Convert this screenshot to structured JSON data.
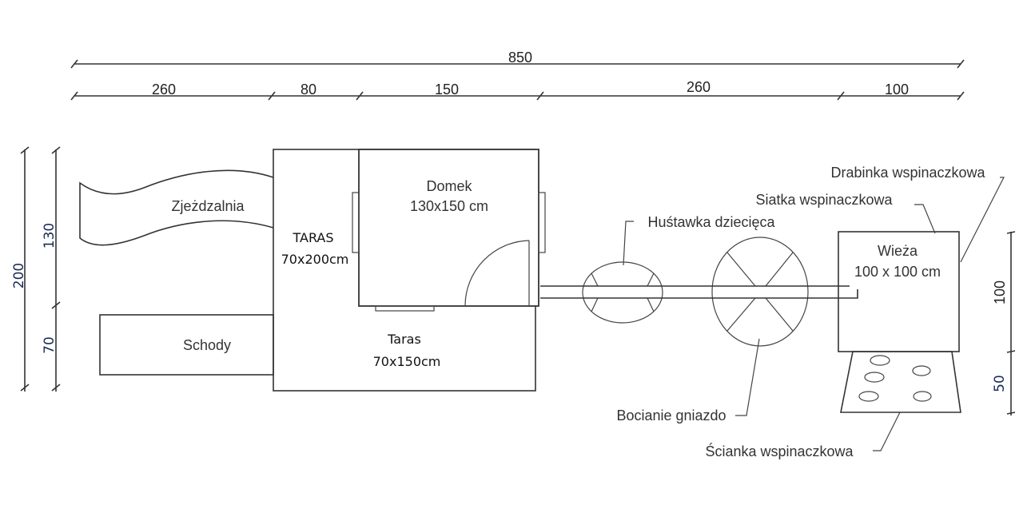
{
  "dimensions": {
    "total_width": "850",
    "segments": [
      "260",
      "80",
      "150",
      "260",
      "100"
    ],
    "left_total": "200",
    "left_parts": [
      "130",
      "70"
    ],
    "right_parts": [
      "100",
      "50"
    ]
  },
  "elements": {
    "slide": "Zjeżdzalnia",
    "stairs": "Schody",
    "terrace_left_title": "TARAS",
    "terrace_left_size": "70x200cm",
    "house_title": "Domek",
    "house_size": "130x150 cm",
    "terrace_bottom_title": "Taras",
    "terrace_bottom_size": "70x150cm",
    "tower_title": "Wieża",
    "tower_size": "100 x 100 cm"
  },
  "callouts": {
    "climbing_ladder": "Drabinka wspinaczkowa",
    "climbing_net": "Siatka wspinaczkowa",
    "child_swing": "Huśtawka dziecięca",
    "stork_nest": "Bocianie gniazdo",
    "climbing_wall": "Ścianka wspinaczkowa"
  }
}
